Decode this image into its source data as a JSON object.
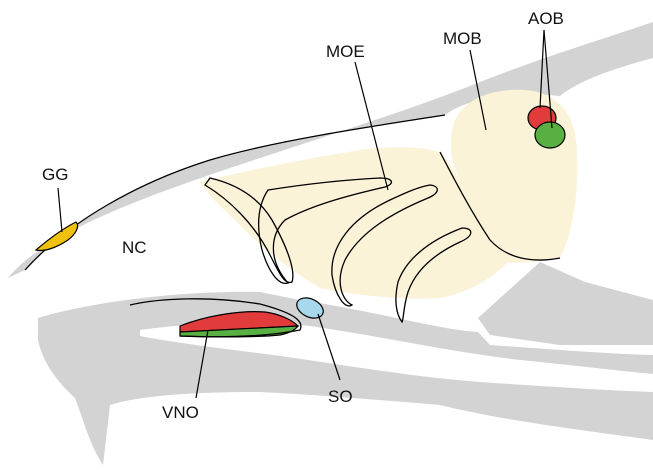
{
  "labels": {
    "gg": "GG",
    "nc": "NC",
    "moe": "MOE",
    "mob": "MOB",
    "aob": "AOB",
    "vno": "VNO",
    "so": "SO"
  },
  "colors": {
    "tissue": "#d3d3d3",
    "bulb": "#faf3d8",
    "aob_anterior": "#e23b3b",
    "aob_posterior": "#58b043",
    "vno_upper": "#e23b3b",
    "vno_lower": "#58b043",
    "gg": "#f0c20f",
    "so": "#a8d8ec",
    "line": "#000000"
  }
}
